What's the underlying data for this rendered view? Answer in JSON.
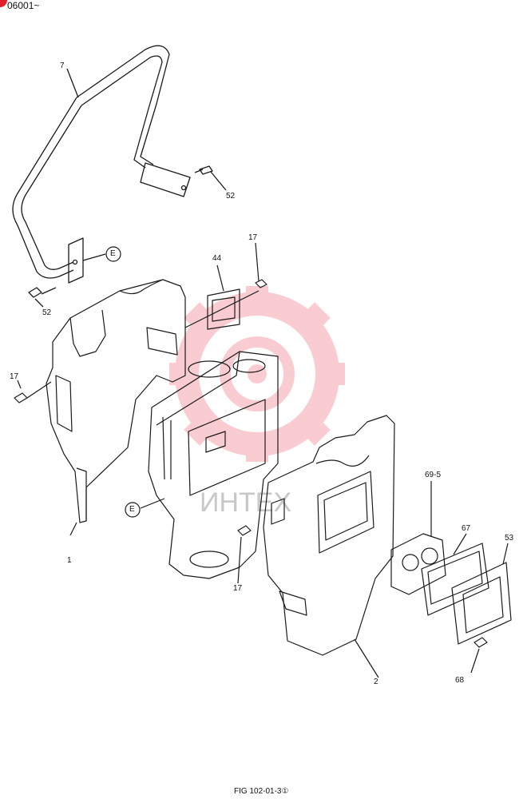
{
  "header_text": "06001~",
  "figure_caption": "FIG 102-01-3①",
  "watermark_text": "ИНТЕХ",
  "colors": {
    "line": "#1a1a1a",
    "badge": "#e2202a",
    "watermark": "#f4a3ad",
    "watermark_text": "#c8c8c8"
  },
  "parts": [
    {
      "id": "7",
      "label": "7"
    },
    {
      "id": "52-upper",
      "label": "52"
    },
    {
      "id": "E-upper",
      "label": "E"
    },
    {
      "id": "52-lower",
      "label": "52"
    },
    {
      "id": "17-upper",
      "label": "17"
    },
    {
      "id": "44",
      "label": "44"
    },
    {
      "id": "17-left",
      "label": "17"
    },
    {
      "id": "E-lower",
      "label": "E"
    },
    {
      "id": "1",
      "label": "1"
    },
    {
      "id": "17-lower",
      "label": "17"
    },
    {
      "id": "69-5",
      "label": "69-5"
    },
    {
      "id": "67",
      "label": "67"
    },
    {
      "id": "53",
      "label": "53"
    },
    {
      "id": "68",
      "label": "68"
    },
    {
      "id": "2",
      "label": "2"
    }
  ]
}
